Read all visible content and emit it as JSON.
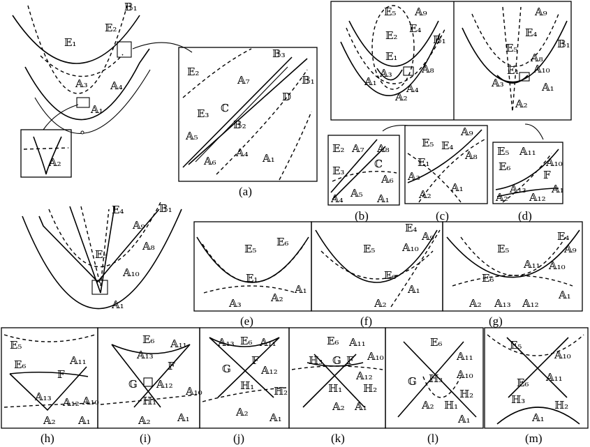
{
  "captions": {
    "a": "(a)",
    "b": "(b)",
    "c": "(c)",
    "d": "(d)",
    "e": "(e)",
    "f": "(f)",
    "g": "(g)",
    "h": "(h)",
    "i": "(i)",
    "j": "(j)",
    "k": "(k)",
    "l": "(l)",
    "m": "(m)"
  },
  "labels": {
    "E1": "𝔼₁",
    "E2": "𝔼₂",
    "E3": "𝔼₃",
    "E4": "𝔼₄",
    "E5": "𝔼₅",
    "E6": "𝔼₆",
    "A1": "𝔸₁",
    "A2": "𝔸₂",
    "A3": "𝔸₃",
    "A4": "𝔸₄",
    "A5": "𝔸₅",
    "A6": "𝔸₆",
    "A7": "𝔸₇",
    "A8": "𝔸₈",
    "A9": "𝔸₉",
    "A10": "𝔸₁₀",
    "A11": "𝔸₁₁",
    "A12": "𝔸₁₂",
    "A13": "𝔸₁₃",
    "B1": "𝔹₁",
    "B2": "𝔹₂",
    "B3": "𝔹₃",
    "C": "ℂ",
    "D": "𝔻",
    "F": "𝔽",
    "G": "𝔾",
    "H1": "ℍ₁",
    "H2": "ℍ₂",
    "H3": "ℍ₃"
  }
}
